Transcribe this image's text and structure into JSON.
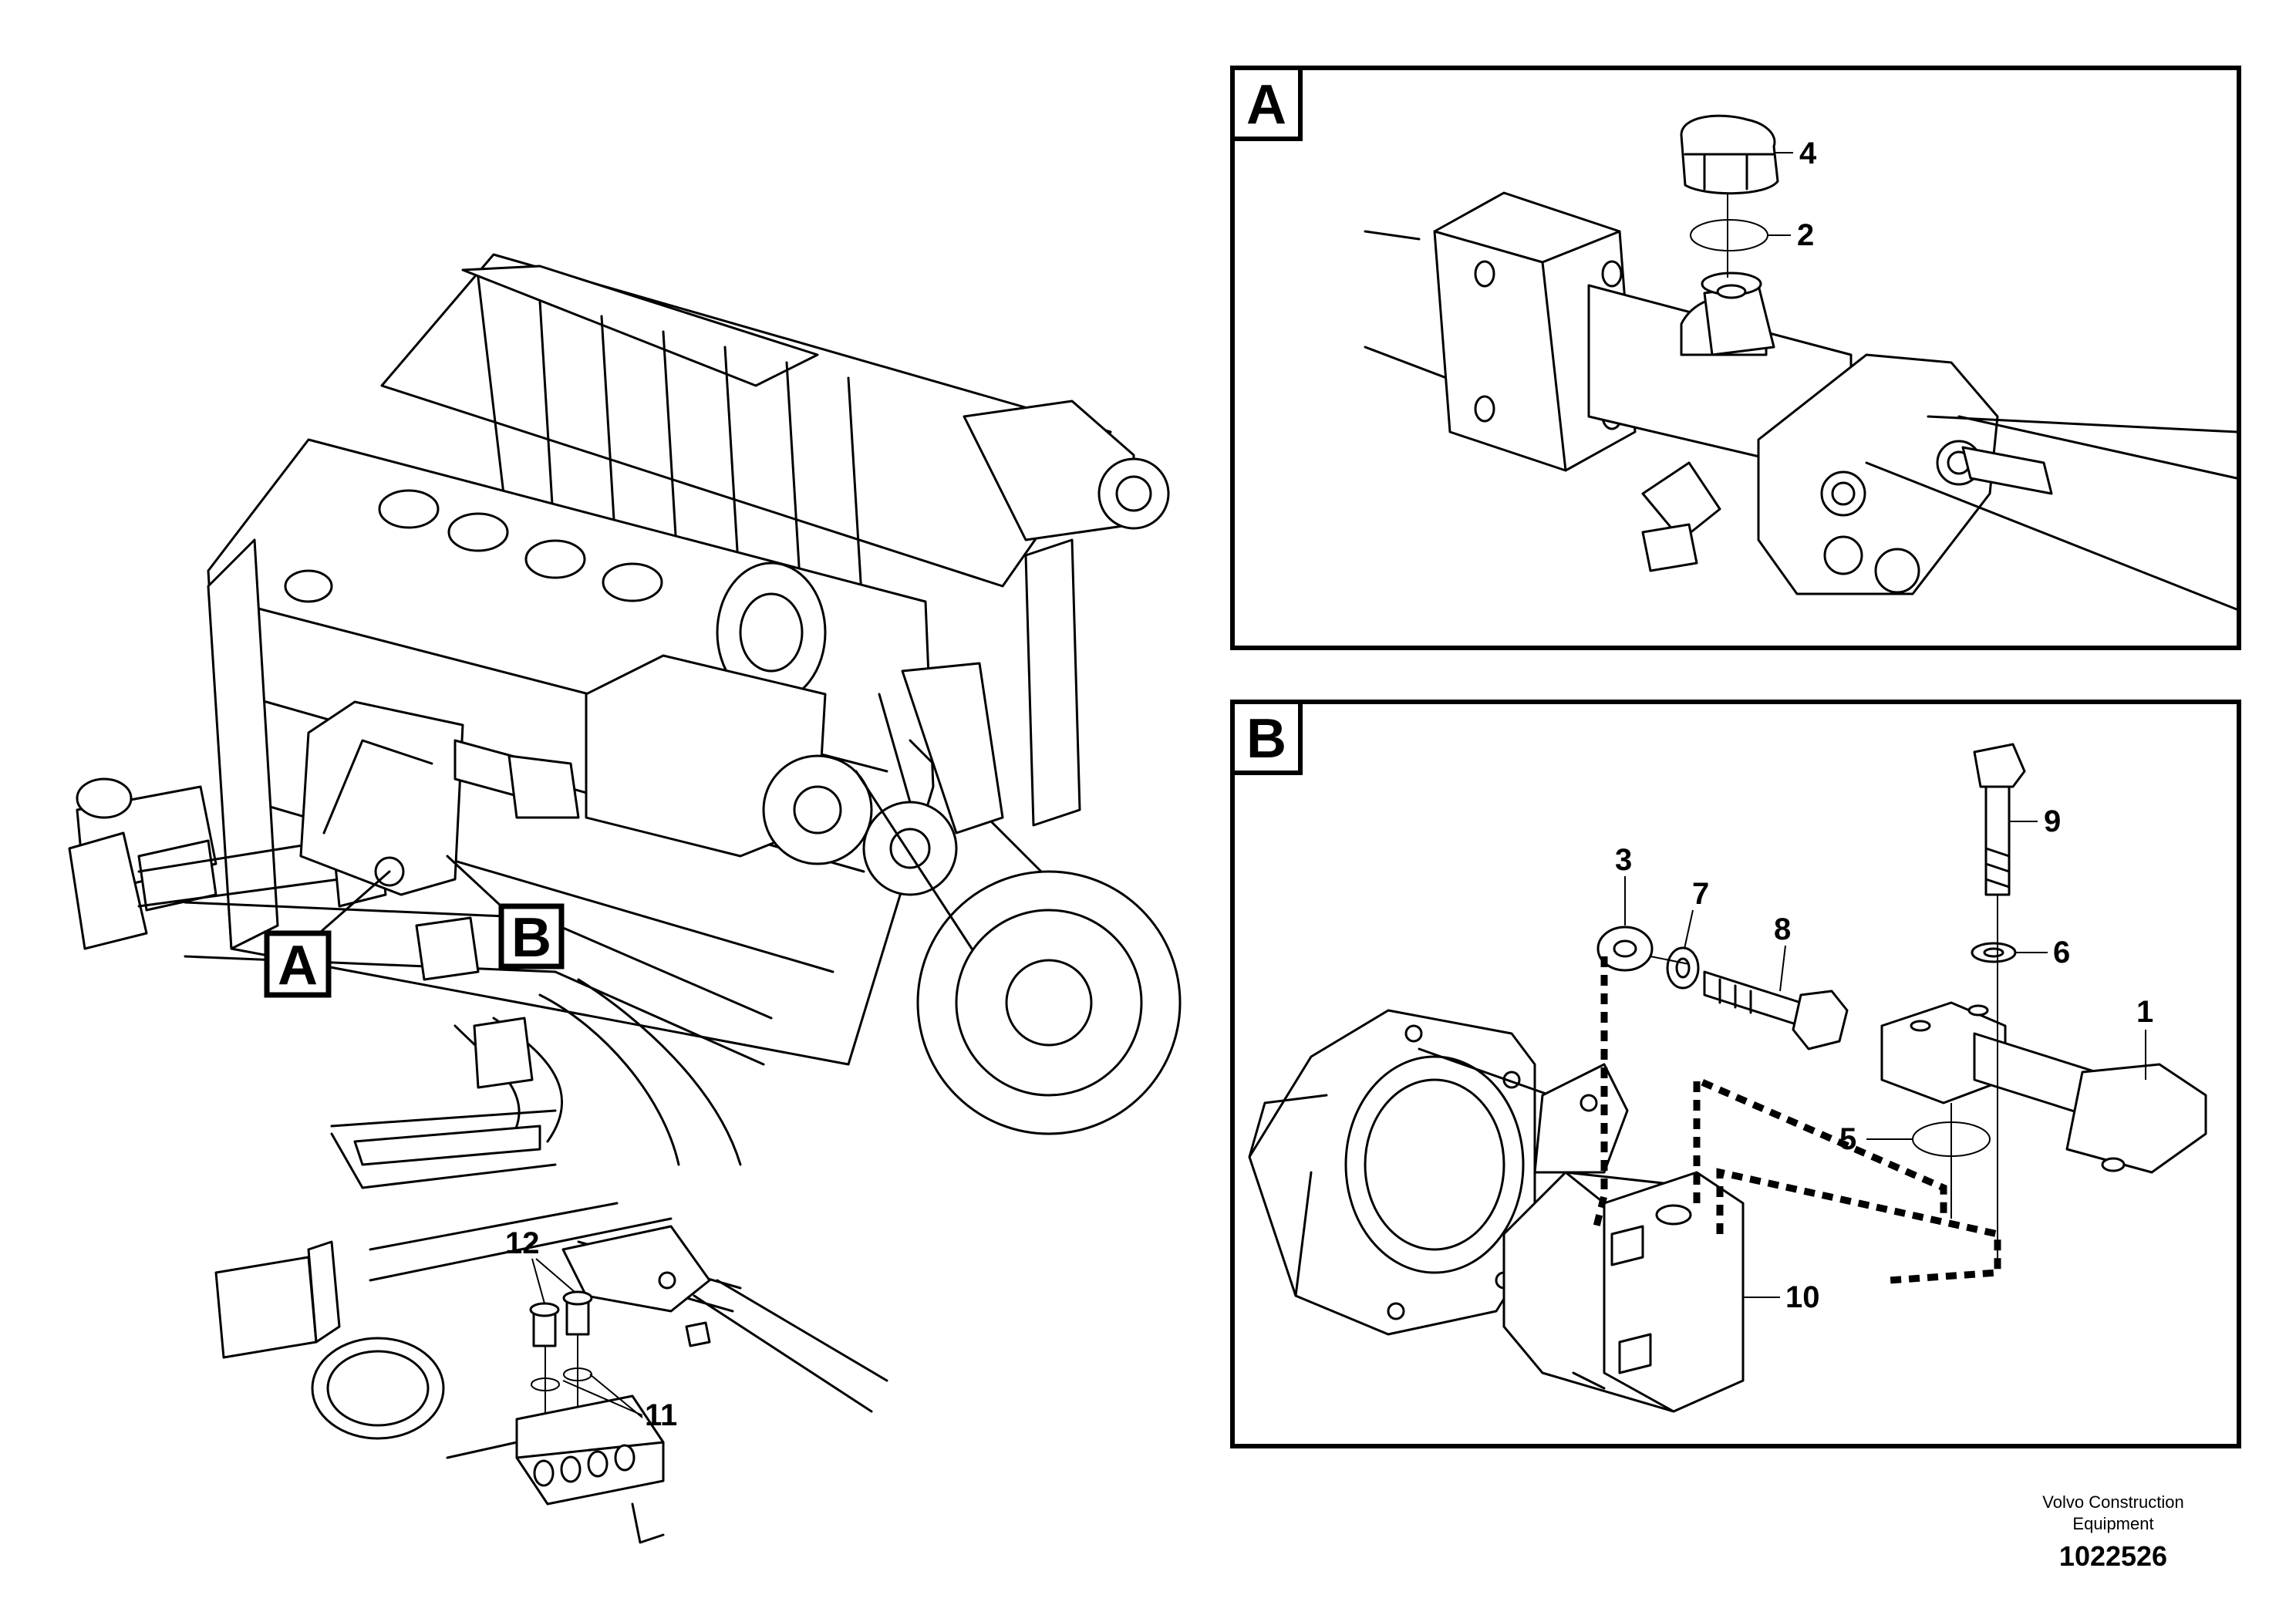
{
  "detail_boxes": {
    "a": {
      "label": "A"
    },
    "b": {
      "label": "B"
    }
  },
  "engine_view": {
    "pointer_a": "A",
    "pointer_b": "B",
    "callouts": {
      "c12": "12",
      "c11": "11"
    }
  },
  "detail_a": {
    "callouts": {
      "c4": "4",
      "c2": "2"
    }
  },
  "detail_b": {
    "callouts": {
      "c9": "9",
      "c3": "3",
      "c7": "7",
      "c8": "8",
      "c6": "6",
      "c1": "1",
      "c5": "5",
      "c10": "10"
    }
  },
  "footer": {
    "company_line1": "Volvo Construction",
    "company_line2": "Equipment",
    "document_number": "1022526"
  }
}
